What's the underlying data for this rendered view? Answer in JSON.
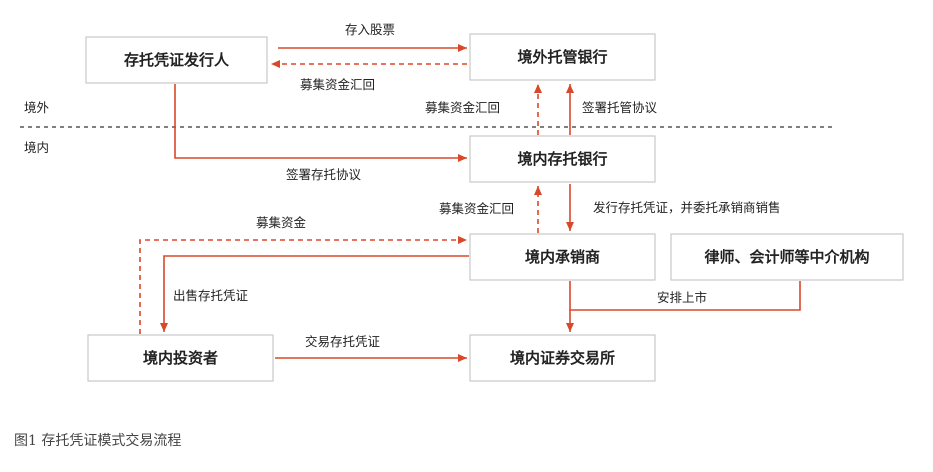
{
  "regions": {
    "overseas": "境外",
    "domestic": "境内"
  },
  "nodes": {
    "issuer": "存托凭证发行人",
    "overseas_bank": "境外托管银行",
    "domestic_bank": "境内存托银行",
    "underwriter": "境内承销商",
    "advisors": "律师、会计师等中介机构",
    "investor": "境内投资者",
    "exchange": "境内证券交易所"
  },
  "edges": {
    "deposit_shares": "存入股票",
    "raise_funds_back": "募集资金汇回",
    "raise_funds_up": "募集资金汇回",
    "custody_agreement": "签署托管协议",
    "deposit_agreement": "签署存托协议",
    "raise_funds_bank": "募集资金汇回",
    "issue_entrust": "发行存托凭证，并委托承销商销售",
    "raise_funds": "募集资金",
    "sell_receipts": "出售存托凭证",
    "arrange_listing": "安排上市",
    "trade_receipts": "交易存托凭证"
  },
  "caption": "图1  存托凭证模式交易流程",
  "colors": {
    "arrow": "#d9482a",
    "box_border": "#c9c9c9",
    "text": "#222222"
  }
}
